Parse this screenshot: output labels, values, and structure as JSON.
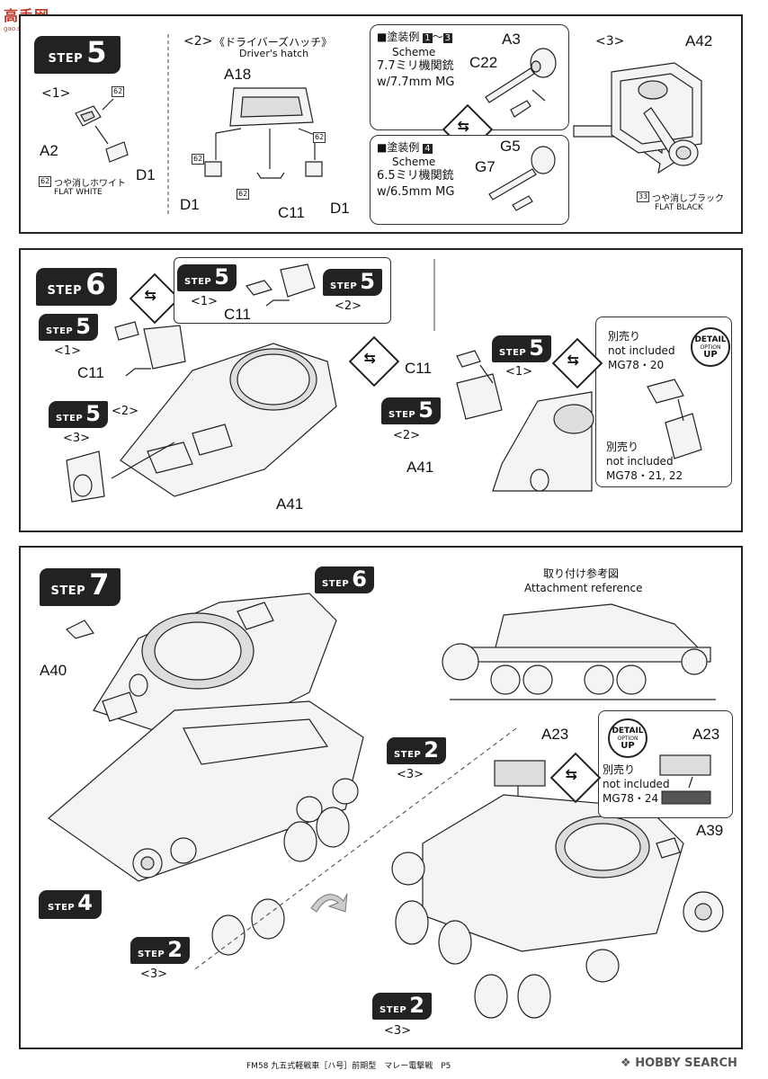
{
  "site_logo": "高手网",
  "site_sub": "gao.shou.com",
  "step_word": "STEP",
  "panels": {
    "p1": {
      "step": "5",
      "sub1": "<1>",
      "sub2": "<2>",
      "sub2_title_jp": "《ドライバーズハッチ》",
      "sub2_title_en": "Driver's hatch",
      "sub3": "<3>",
      "parts": [
        "A2",
        "D1",
        "A18",
        "D1",
        "C11",
        "D1",
        "A3",
        "C22",
        "G5",
        "G7",
        "A42"
      ],
      "paint62_num": "62",
      "paint62_jp": "つや消しホワイト",
      "paint62_en": "FLAT WHITE",
      "paint33_num": "33",
      "paint33_jp": "つや消しブラック",
      "paint33_en": "FLAT BLACK",
      "scheme1": {
        "jp": "塗装例",
        "range_a": "1",
        "range_sep": "～",
        "range_b": "3",
        "en": "Scheme",
        "gun_jp": "7.7ミリ機関銃",
        "gun_en": "w/7.7mm MG"
      },
      "scheme2": {
        "jp": "塗装例",
        "num": "4",
        "en": "Scheme",
        "gun_jp": "6.5ミリ機関銃",
        "gun_en": "w/6.5mm MG"
      }
    },
    "p2": {
      "step": "6",
      "refs": [
        {
          "step": "5",
          "sub": "<1>"
        },
        {
          "step": "5",
          "sub": "<2>"
        },
        {
          "step": "5",
          "sub": "<3>"
        },
        {
          "step": "5",
          "sub": "<1>"
        },
        {
          "step": "5",
          "sub": "<2>"
        },
        {
          "step": "5",
          "sub": "<1>"
        },
        {
          "step": "5",
          "sub": "<2>"
        }
      ],
      "parts": [
        "C11",
        "C11",
        "A41",
        "C11",
        "A41"
      ],
      "not_incl_jp": "別売り",
      "not_incl_en": "not included",
      "mg_a": "MG78・20",
      "mg_b": "MG78・21, 22"
    },
    "p3": {
      "step": "7",
      "refs": [
        {
          "step": "6",
          "sub": ""
        },
        {
          "step": "4",
          "sub": ""
        },
        {
          "step": "2",
          "sub": "<3>"
        },
        {
          "step": "2",
          "sub": "<3>"
        },
        {
          "step": "2",
          "sub": "<3>"
        }
      ],
      "parts": [
        "A40",
        "A23",
        "A23",
        "A39"
      ],
      "attach_jp": "取り付け参考図",
      "attach_en": "Attachment reference",
      "not_incl_jp": "別売り",
      "not_incl_en": "not included",
      "mg_c": "MG78・24"
    }
  },
  "detail_badge": {
    "line1": "DETAIL",
    "line2": "OPTION",
    "line3": "UP"
  },
  "footer": {
    "text": "FM58 九五式軽戦車［ハ号］前期型　マレー電撃戦　P5",
    "watermark": "HOBBY SEARCH"
  }
}
